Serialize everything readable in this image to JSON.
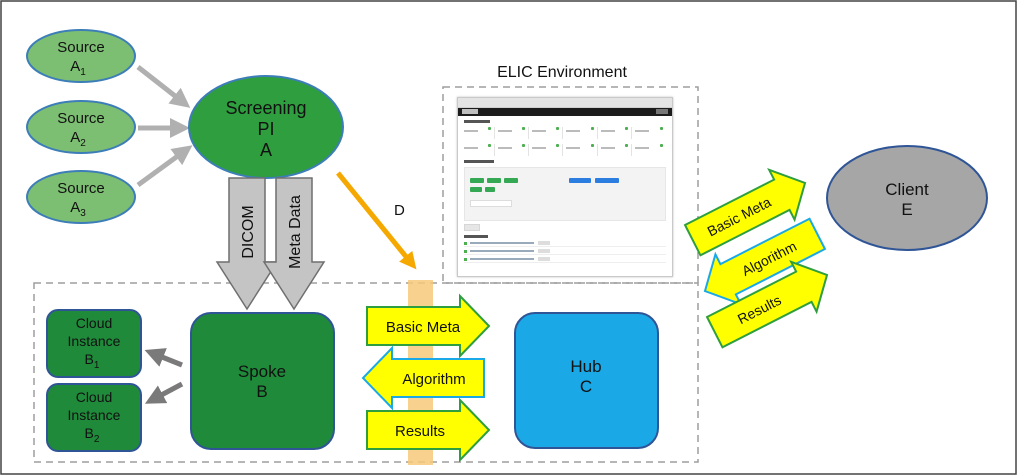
{
  "environment_label": "ELIC Environment",
  "nodes": {
    "source_a1": {
      "name": "Source",
      "base": "A",
      "sub": "1"
    },
    "source_a2": {
      "name": "Source",
      "base": "A",
      "sub": "2"
    },
    "source_a3": {
      "name": "Source",
      "base": "A",
      "sub": "3"
    },
    "screening": {
      "line1": "Screening",
      "line2": "PI",
      "line3": "A"
    },
    "client": {
      "line1": "Client",
      "line2": "E"
    },
    "spoke": {
      "line1": "Spoke",
      "line2": "B"
    },
    "hub": {
      "line1": "Hub",
      "line2": "C"
    },
    "cloud_b1": {
      "line1": "Cloud",
      "line2": "Instance",
      "base": "B",
      "sub": "1"
    },
    "cloud_b2": {
      "line1": "Cloud",
      "line2": "Instance",
      "base": "B",
      "sub": "2"
    }
  },
  "flows": {
    "dicom": "DICOM",
    "meta_data": "Meta Data",
    "d_label": "D",
    "basic_meta": "Basic Meta",
    "algorithm": "Algorithm",
    "results": "Results"
  },
  "colors": {
    "source_green": "#7dbf72",
    "screening_green": "#2e9e3e",
    "spoke_green": "#1f8a3a",
    "hub_blue": "#1aa9e6",
    "client_gray": "#a6a6a6",
    "arrow_yellow": "#ffff00",
    "arrow_outline_green": "#2e9e3e",
    "arrow_outline_blue": "#1aa9e6",
    "d_arrow_orange": "#f5a800",
    "gray_arrow": "#c4c4c4"
  }
}
